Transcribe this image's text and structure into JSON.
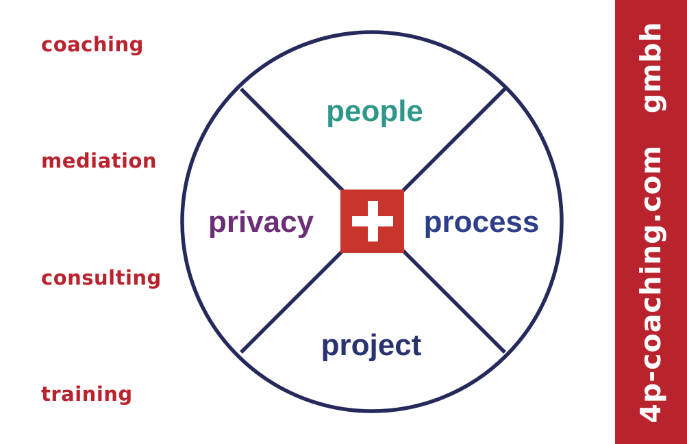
{
  "services": [
    {
      "label": "coaching"
    },
    {
      "label": "mediation"
    },
    {
      "label": "consulting"
    },
    {
      "label": "training"
    }
  ],
  "diagram": {
    "segments": {
      "top": "people",
      "right": "process",
      "bottom": "project",
      "left": "privacy"
    }
  },
  "side_band": {
    "text": "4p-coaching.com   gmbh"
  },
  "colors": {
    "brand_red": "#B8232E",
    "circle_stroke": "#25295B",
    "people_color": "#2E978A",
    "process_color": "#2E3F8A",
    "project_color": "#2A3270",
    "privacy_color": "#6C2E77",
    "swiss_cross_bg": "#C8352D",
    "background": "#FFFFFF"
  },
  "icons": {
    "center": "swiss-cross-icon"
  }
}
